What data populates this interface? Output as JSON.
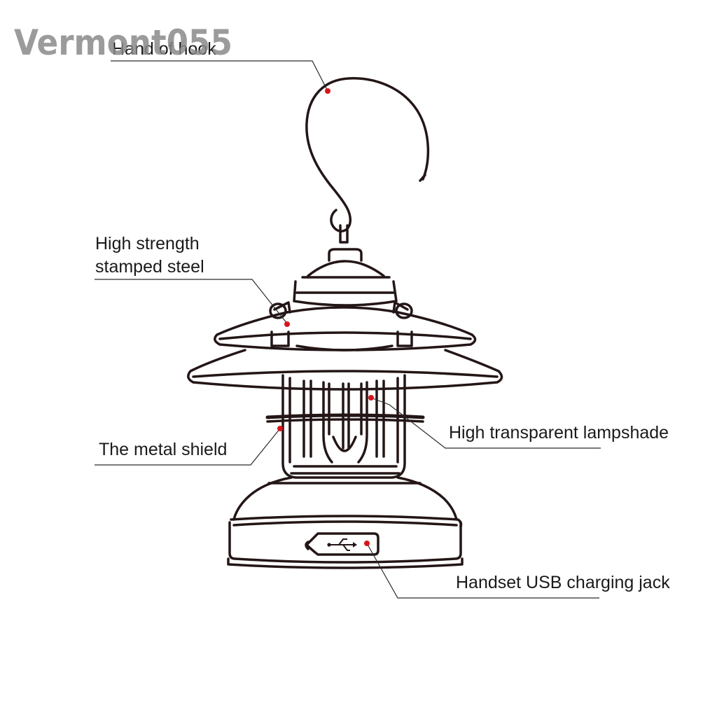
{
  "watermark": "Vermont055",
  "callouts": {
    "hook": "Hand of hook",
    "steel_line1": "High strength",
    "steel_line2": "stamped steel",
    "shield": "The metal shield",
    "lampshade": "High transparent lampshade",
    "usb": "Handset USB charging jack"
  },
  "colors": {
    "ink": "#241616",
    "marker": "#d8141c",
    "watermark": "#8a8a8a"
  },
  "icons": [
    "usb-icon"
  ]
}
